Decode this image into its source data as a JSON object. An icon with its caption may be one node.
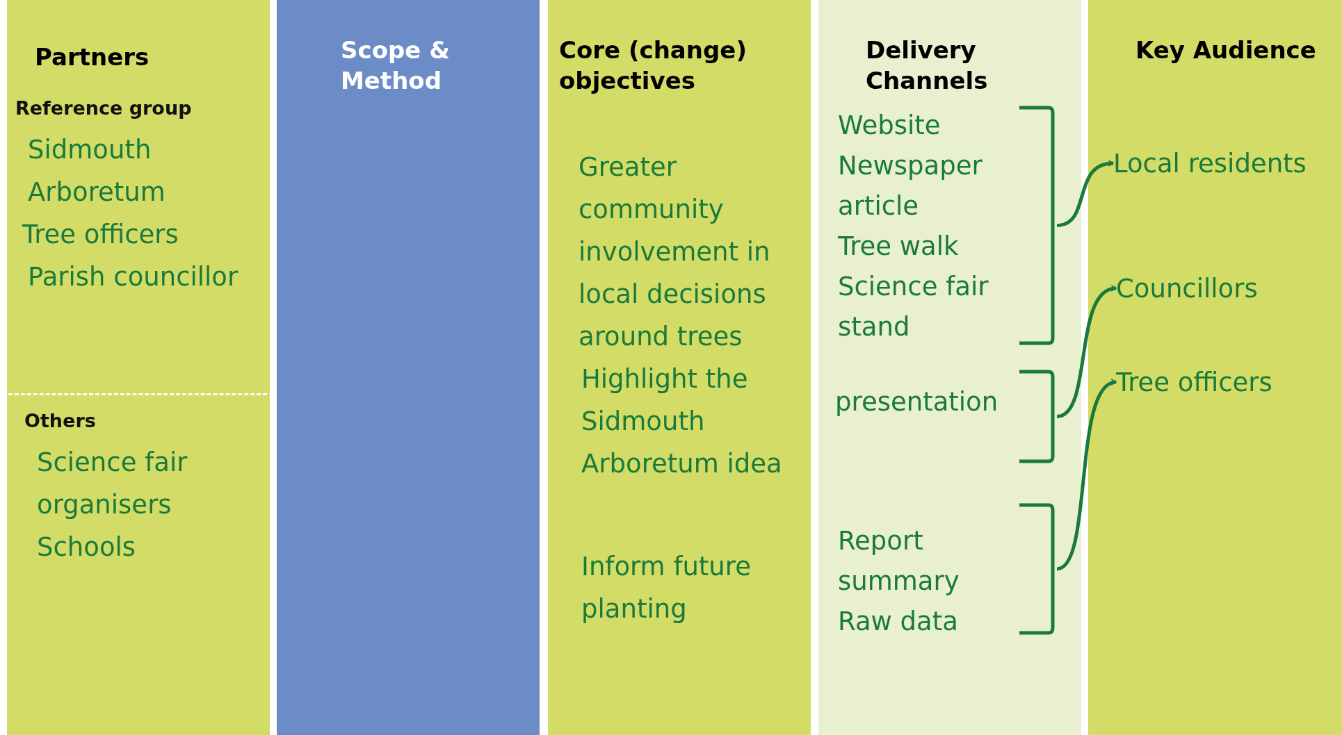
{
  "diagram": {
    "nodes": [
      {
        "text": [
          "Partners"
        ]
      },
      {
        "text": [
          "Reference group",
          "Sidmouth Arboretum",
          "Tree officers",
          "Parish councillor"
        ],
        "in": 0
      },
      {
        "text": [
          "Others",
          "Science fair organisers",
          "Schools"
        ],
        "in": 0
      },
      {
        "text": [
          "Scope & Method"
        ]
      },
      {
        "text": [
          "Core (change) objectives"
        ]
      },
      {
        "text": [
          "Greater community involvement in local decisions around trees"
        ],
        "in": 4
      },
      {
        "text": [
          "Highlight the Sidmouth Arboretum idea"
        ],
        "in": 4
      },
      {
        "text": [
          "Inform future planting"
        ],
        "in": 4
      },
      {
        "text": [
          "Delivery Channels"
        ]
      },
      {
        "text": [
          "Website",
          "Newspaper article",
          "Tree walk",
          "Science fair stand"
        ],
        "in": 8
      },
      {
        "text": [
          "presentation"
        ],
        "in": 8
      },
      {
        "text": [
          "Report summary",
          "Raw data"
        ],
        "in": 8
      },
      {
        "text": [
          "Key Audience"
        ]
      },
      {
        "text": [
          "Local residents"
        ],
        "in": 12
      },
      {
        "text": [
          "Councillors"
        ],
        "in": 12
      },
      {
        "text": [
          "Tree officers"
        ],
        "in": 12
      }
    ],
    "edges": [
      {
        "from": 9,
        "to": 13,
        "arrow": "to"
      },
      {
        "from": 10,
        "to": 14,
        "arrow": "to"
      },
      {
        "from": 11,
        "to": 15,
        "arrow": "to"
      }
    ]
  }
}
